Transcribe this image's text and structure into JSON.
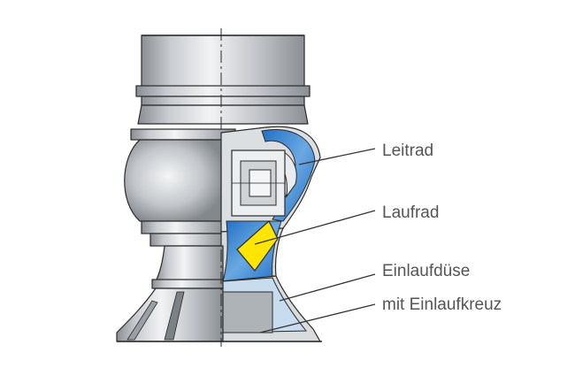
{
  "labels": {
    "leitrad": "Leitrad",
    "laufrad": "Laufrad",
    "einlaufduese": "Einlaufdüse",
    "einlaufkreuz": "mit Einlaufkreuz"
  },
  "colors": {
    "background": "#ffffff",
    "metal_light": "#e4e6e8",
    "metal_mid": "#b4b8bc",
    "metal_dark": "#7c8186",
    "outline": "#2a2a2a",
    "flow_blue": "#2e7fd0",
    "flow_blue_light": "#bcd8f2",
    "impeller_yellow": "#ffe500",
    "leader_line": "#333333",
    "label_text": "#555555"
  }
}
